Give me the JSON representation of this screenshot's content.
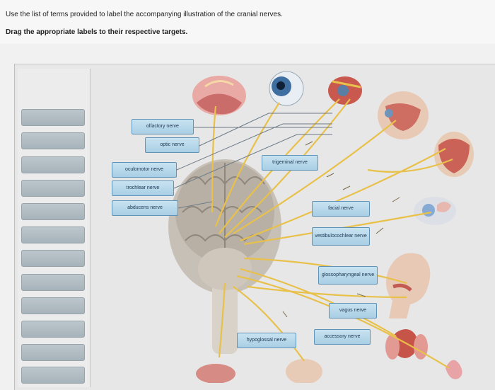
{
  "instructions": {
    "line1": "Use the list of terms provided to label the accompanying illustration of the cranial nerves.",
    "line2": "Drag the appropriate labels to their respective targets."
  },
  "labels": {
    "olfactory": "olfactory nerve",
    "optic": "optic nerve",
    "oculomotor": "oculomotor nerve",
    "trochlear": "trochlear nerve",
    "abducens": "abducens nerve",
    "trigeminal": "trigeminal nerve",
    "facial": "facial nerve",
    "vestibulocochlear": "vestibulocochlear nerve",
    "glossopharyngeal": "glossopharyngeal nerve",
    "vagus": "vagus nerve",
    "hypoglossal": "hypoglossal nerve",
    "accessory": "accessory nerve"
  },
  "colors": {
    "label_fill": "#b7d9ec",
    "label_border": "#5f94b8",
    "slot_fill": "#b0bcc3",
    "nerve_yellow": "#e8c14a",
    "leader_line": "#6d7a86"
  }
}
